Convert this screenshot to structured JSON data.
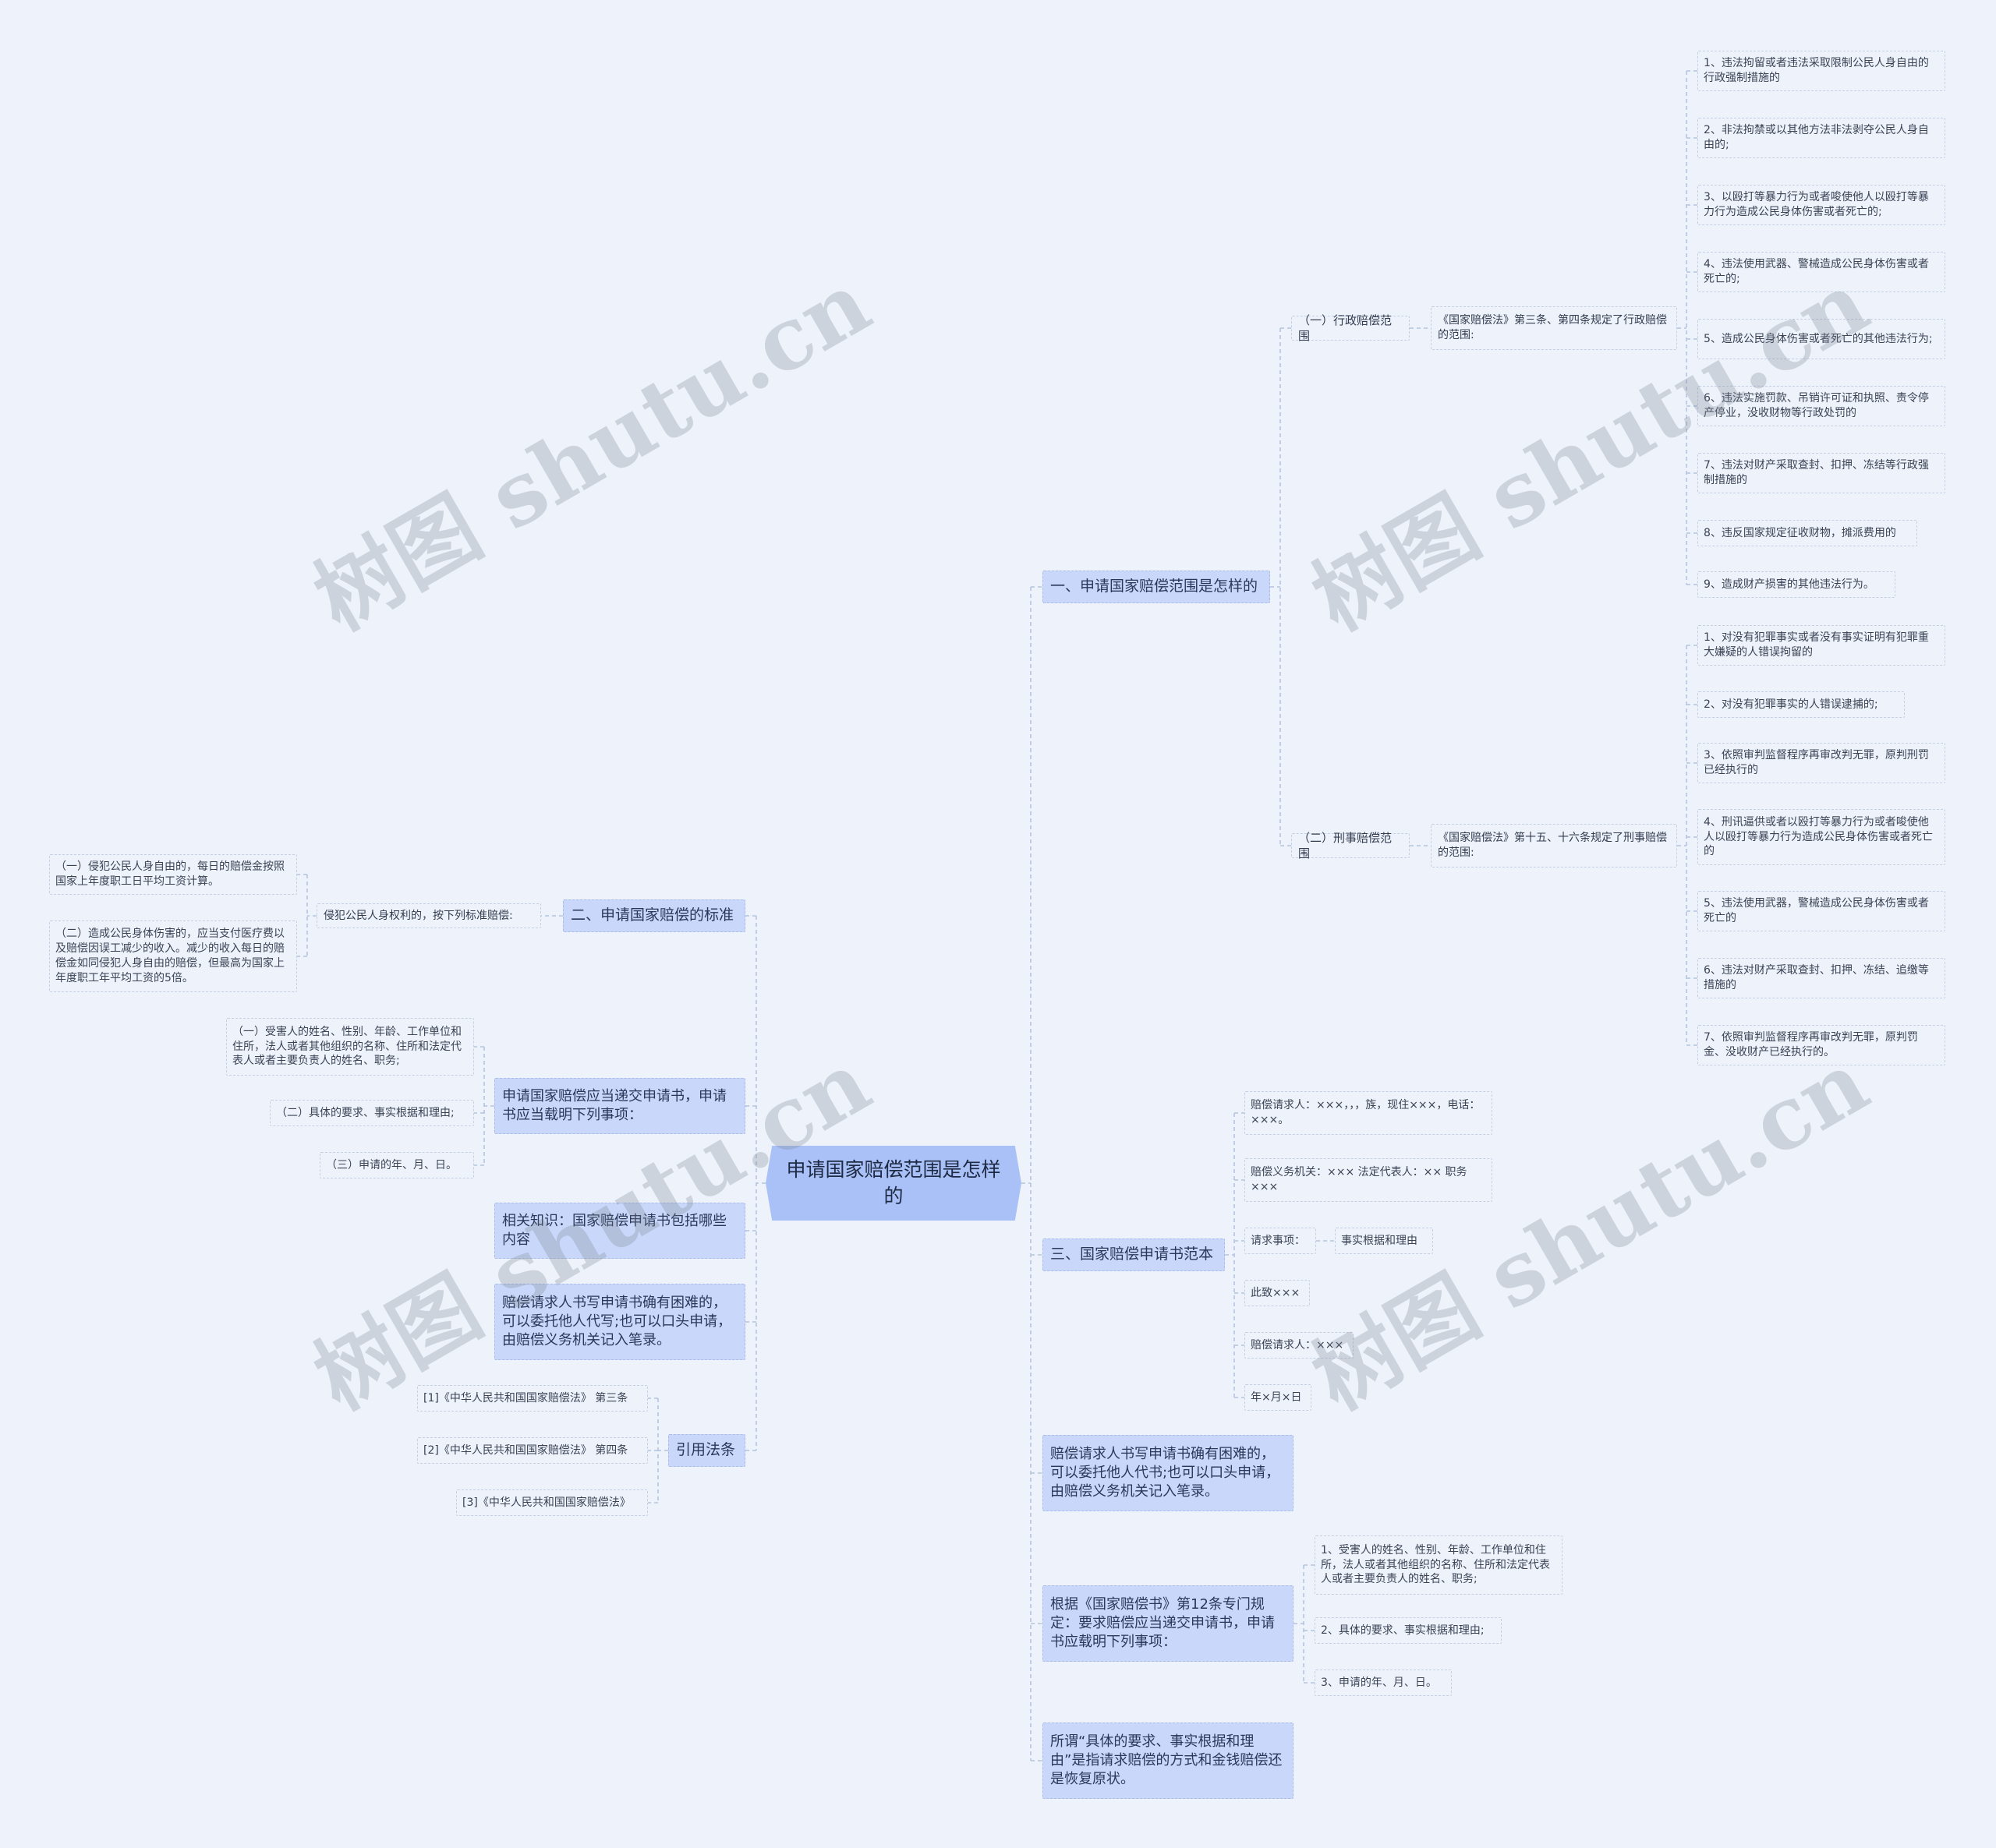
{
  "root": {
    "label": "申请国家赔偿范围是怎样的"
  },
  "right": {
    "scope": {
      "label": "一、申请国家赔偿范围是怎样的",
      "admin": {
        "label": "（一）行政赔偿范围",
        "intro": "《国家赔偿法》第三条、第四条规定了行政赔偿的范围:",
        "items": [
          "1、违法拘留或者违法采取限制公民人身自由的行政强制措施的",
          "2、非法拘禁或以其他方法非法剥夺公民人身自由的;",
          "3、以殴打等暴力行为或者唆使他人以殴打等暴力行为造成公民身体伤害或者死亡的;",
          "4、违法使用武器、警械造成公民身体伤害或者死亡的;",
          "5、造成公民身体伤害或者死亡的其他违法行为;",
          "6、违法实施罚款、吊销许可证和执照、责令停产停业，没收财物等行政处罚的",
          "7、违法对财产采取查封、扣押、冻结等行政强制措施的",
          "8、违反国家规定征收财物，摊派费用的",
          "9、造成财产损害的其他违法行为。"
        ]
      },
      "criminal": {
        "label": "（二）刑事赔偿范围",
        "intro": "《国家赔偿法》第十五、十六条规定了刑事赔偿的范围:",
        "items": [
          "1、对没有犯罪事实或者没有事实证明有犯罪重大嫌疑的人错误拘留的",
          "2、对没有犯罪事实的人错误逮捕的;",
          "3、依照审判监督程序再审改判无罪，原判刑罚已经执行的",
          "4、刑讯逼供或者以殴打等暴力行为或者唆使他人以殴打等暴力行为造成公民身体伤害或者死亡的",
          "5、违法使用武器，警械造成公民身体伤害或者死亡的",
          "6、违法对财产采取查封、扣押、冻结、追缴等措施的",
          "7、依照审判监督程序再审改判无罪，原判罚金、没收财产已经执行的。"
        ]
      }
    },
    "template": {
      "label": "三、国家赔偿申请书范本",
      "items": [
        "赔偿请求人：×××，，，族，现住×××，电话：×××。",
        "赔偿义务机关：××× 法定代表人：×× 职务×××",
        "请求事项：",
        "此致×××",
        "赔偿请求人：×××",
        "年×月×日"
      ],
      "request_child": "事实根据和理由"
    },
    "note_write": "赔偿请求人书写申请书确有困难的，可以委托他人代书;也可以口头申请，由赔偿义务机关记入笔录。",
    "article12": {
      "label": "根据《国家赔偿书》第12条专门规定：要求赔偿应当递交申请书，申请书应载明下列事项：",
      "items": [
        "1、受害人的姓名、性别、年龄、工作单位和住所，法人或者其他组织的名称、住所和法定代表人或者主要负责人的姓名、职务;",
        "2、具体的要求、事实根据和理由;",
        "3、申请的年、月、日。"
      ]
    },
    "note_meaning": "所谓“具体的要求、事实根据和理由”是指请求赔偿的方式和金钱赔偿还是恢复原状。"
  },
  "left": {
    "standard": {
      "label": "二、申请国家赔偿的标准",
      "intro": "侵犯公民人身权利的，按下列标准赔偿:",
      "items": [
        "（一）侵犯公民人身自由的，每日的赔偿金按照国家上年度职工日平均工资计算。",
        "（二）造成公民身体伤害的，应当支付医疗费以及赔偿因误工减少的收入。减少的收入每日的赔偿金如同侵犯人身自由的赔偿，但最高为国家上年度职工年平均工资的5倍。"
      ]
    },
    "application": {
      "label": "申请国家赔偿应当递交申请书，申请书应当载明下列事项：",
      "items": [
        "（一）受害人的姓名、性别、年龄、工作单位和住所，法人或者其他组织的名称、住所和法定代表人或者主要负责人的姓名、职务;",
        "（二）具体的要求、事实根据和理由;",
        "（三）申请的年、月、日。"
      ]
    },
    "related": "相关知识：国家赔偿申请书包括哪些内容",
    "note_write": "赔偿请求人书写申请书确有困难的，可以委托他人代写;也可以口头申请，由赔偿义务机关记入笔录。",
    "citations": {
      "label": "引用法条",
      "items": [
        "[1]《中华人民共和国国家赔偿法》 第三条",
        "[2]《中华人民共和国国家赔偿法》 第四条",
        "[3]《中华人民共和国国家赔偿法》"
      ]
    }
  },
  "watermark": "树图 shutu.cn",
  "colors": {
    "background": "#eef3fb",
    "root": "#a9c1f6",
    "level1": "#c9d8fa",
    "line": "#b4c4e0"
  }
}
